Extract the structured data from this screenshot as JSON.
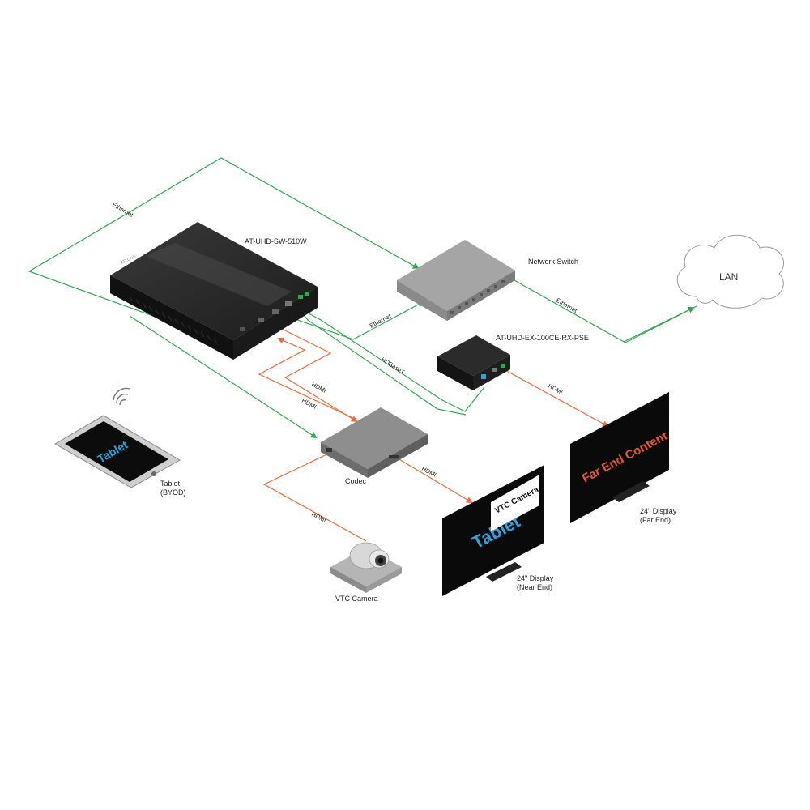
{
  "devices": {
    "switcher": {
      "label": "AT-UHD-SW-510W"
    },
    "network_switch": {
      "label": "Network Switch"
    },
    "lan": {
      "label": "LAN"
    },
    "receiver": {
      "label": "AT-UHD-EX-100CE-RX-PSE"
    },
    "codec": {
      "label": "Codec"
    },
    "tablet": {
      "label_line1": "Tablet",
      "label_line2": "(BYOD)",
      "screen_text": "Tablet"
    },
    "vtc_camera": {
      "label": "VTC Camera"
    },
    "display_near": {
      "label_line1": "24\" Display",
      "label_line2": "(Near End)",
      "screen_text": "Tablet",
      "pip_text": "VTC Camera"
    },
    "display_far": {
      "label_line1": "24\" Display",
      "label_line2": "(Far End)",
      "screen_text": "Far End Content"
    }
  },
  "connections": {
    "eth_switcher_netswitch": "Ethernet",
    "eth_switcher_top": "Ethernet",
    "eth_netswitch_lan": "Ethernet",
    "hdbaset": "HDBaseT",
    "hdmi_codec_switcher_a": "HDMI",
    "hdmi_codec_switcher_b": "HDMI",
    "hdmi_codec_display": "HDMI",
    "hdmi_camera_codec": "HDMI",
    "hdmi_rx_display": "HDMI"
  },
  "colors": {
    "ethernet": "#2fa84f",
    "hdmi": "#ee6a3a",
    "tablet_text": "#2aa3e0",
    "far_end_text": "#e8582a"
  }
}
